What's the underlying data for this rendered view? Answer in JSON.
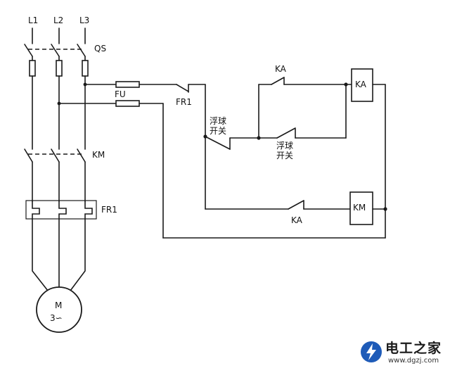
{
  "labels": {
    "phase1": "L1",
    "phase2": "L2",
    "phase3": "L3",
    "breaker": "QS",
    "fuse": "FU",
    "contactor": "KM",
    "overload": "FR1",
    "overload_contact": "FR1",
    "float_switch1_line1": "浮球",
    "float_switch1_line2": "开关",
    "float_switch2_line1": "浮球",
    "float_switch2_line2": "开关",
    "relay_contact_top": "KA",
    "relay_coil": "KA",
    "contactor_coil": "KM",
    "relay_contact_bottom": "KA",
    "motor_line1": "M",
    "motor_line2": "3∽"
  },
  "watermark": {
    "name": "电工之家",
    "url": "www.dgzj.com"
  },
  "colors": {
    "line": "#1a1a1a",
    "logo_blue": "#1e5bb8"
  }
}
